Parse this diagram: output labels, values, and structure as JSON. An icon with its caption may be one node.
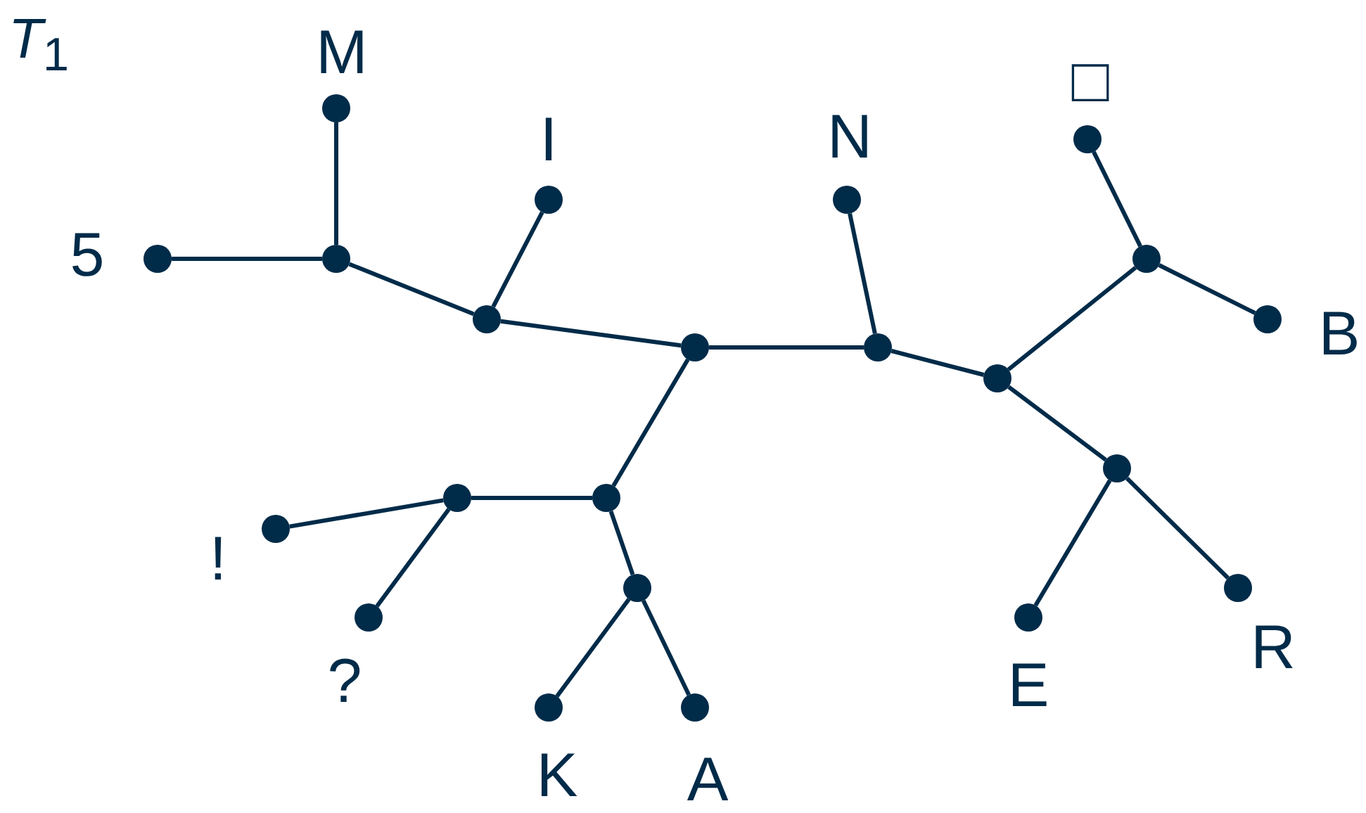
{
  "diagram": {
    "title": "*T*$_{1}$",
    "nodes": [
      {
        "text": [],
        "shape": "circle",
        "beside": [
          "M"
        ]
      },
      {
        "text": [],
        "shape": "circle",
        "beside": [
          "I"
        ]
      },
      {
        "text": [],
        "shape": "circle",
        "beside": [
          "N"
        ]
      },
      {
        "text": [],
        "shape": "circle",
        "beside": [
          "□"
        ]
      },
      {
        "text": [],
        "shape": "circle",
        "beside": [
          "5"
        ]
      },
      {
        "text": [],
        "shape": "circle"
      },
      {
        "text": [],
        "shape": "circle"
      },
      {
        "text": [],
        "shape": "circle"
      },
      {
        "text": [],
        "shape": "circle",
        "beside": [
          "B"
        ]
      },
      {
        "text": [],
        "shape": "circle"
      },
      {
        "text": [],
        "shape": "circle"
      },
      {
        "text": [],
        "shape": "circle"
      },
      {
        "text": [],
        "shape": "circle"
      },
      {
        "text": [],
        "shape": "circle"
      },
      {
        "text": [],
        "shape": "circle"
      },
      {
        "text": [],
        "shape": "circle",
        "beside": [
          "!"
        ]
      },
      {
        "text": [],
        "shape": "circle"
      },
      {
        "text": [],
        "shape": "circle",
        "beside": [
          "?"
        ]
      },
      {
        "text": [],
        "shape": "circle",
        "beside": [
          "E"
        ]
      },
      {
        "text": [],
        "shape": "circle",
        "beside": [
          "R"
        ]
      },
      {
        "text": [],
        "shape": "circle",
        "beside": [
          "K"
        ]
      },
      {
        "text": [],
        "shape": "circle",
        "beside": [
          "A"
        ]
      }
    ],
    "edges": [
      {
        "from": 0,
        "to": 5,
        "arrow": "none"
      },
      {
        "from": 4,
        "to": 5,
        "arrow": "none"
      },
      {
        "from": 5,
        "to": 7,
        "arrow": "none"
      },
      {
        "from": 7,
        "to": 1,
        "arrow": "none"
      },
      {
        "from": 7,
        "to": 9,
        "arrow": "none"
      },
      {
        "from": 9,
        "to": 10,
        "arrow": "none"
      },
      {
        "from": 10,
        "to": 2,
        "arrow": "none"
      },
      {
        "from": 10,
        "to": 11,
        "arrow": "none"
      },
      {
        "from": 11,
        "to": 6,
        "arrow": "none"
      },
      {
        "from": 6,
        "to": 3,
        "arrow": "none"
      },
      {
        "from": 6,
        "to": 8,
        "arrow": "none"
      },
      {
        "from": 11,
        "to": 12,
        "arrow": "none"
      },
      {
        "from": 12,
        "to": 18,
        "arrow": "none"
      },
      {
        "from": 12,
        "to": 19,
        "arrow": "none"
      },
      {
        "from": 9,
        "to": 13,
        "arrow": "none"
      },
      {
        "from": 13,
        "to": 14,
        "arrow": "none"
      },
      {
        "from": 14,
        "to": 15,
        "arrow": "none"
      },
      {
        "from": 14,
        "to": 17,
        "arrow": "none"
      },
      {
        "from": 13,
        "to": 16,
        "arrow": "none"
      },
      {
        "from": 16,
        "to": 20,
        "arrow": "none"
      },
      {
        "from": 16,
        "to": 21,
        "arrow": "none"
      }
    ]
  }
}
